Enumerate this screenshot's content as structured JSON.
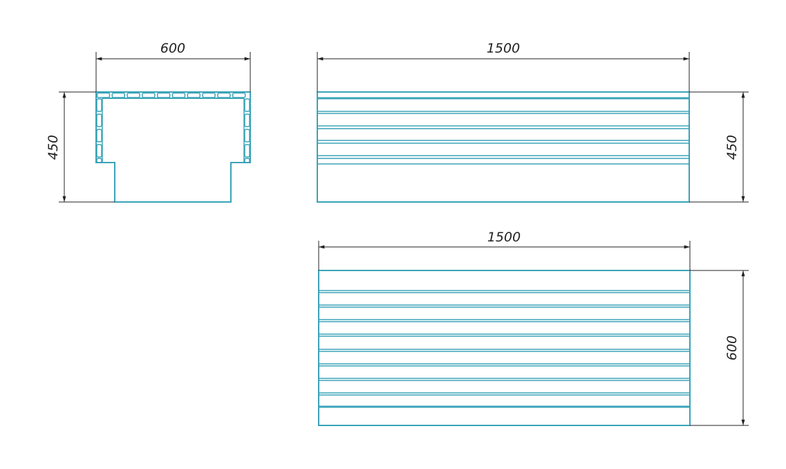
{
  "views": {
    "front": {
      "width_label": "600",
      "height_label": "450"
    },
    "side": {
      "width_label": "1500",
      "height_label": "450"
    },
    "top": {
      "width_label": "1500",
      "height_label": "600"
    }
  },
  "colors": {
    "part": "#3aa3b8",
    "dimension": "#222222"
  }
}
